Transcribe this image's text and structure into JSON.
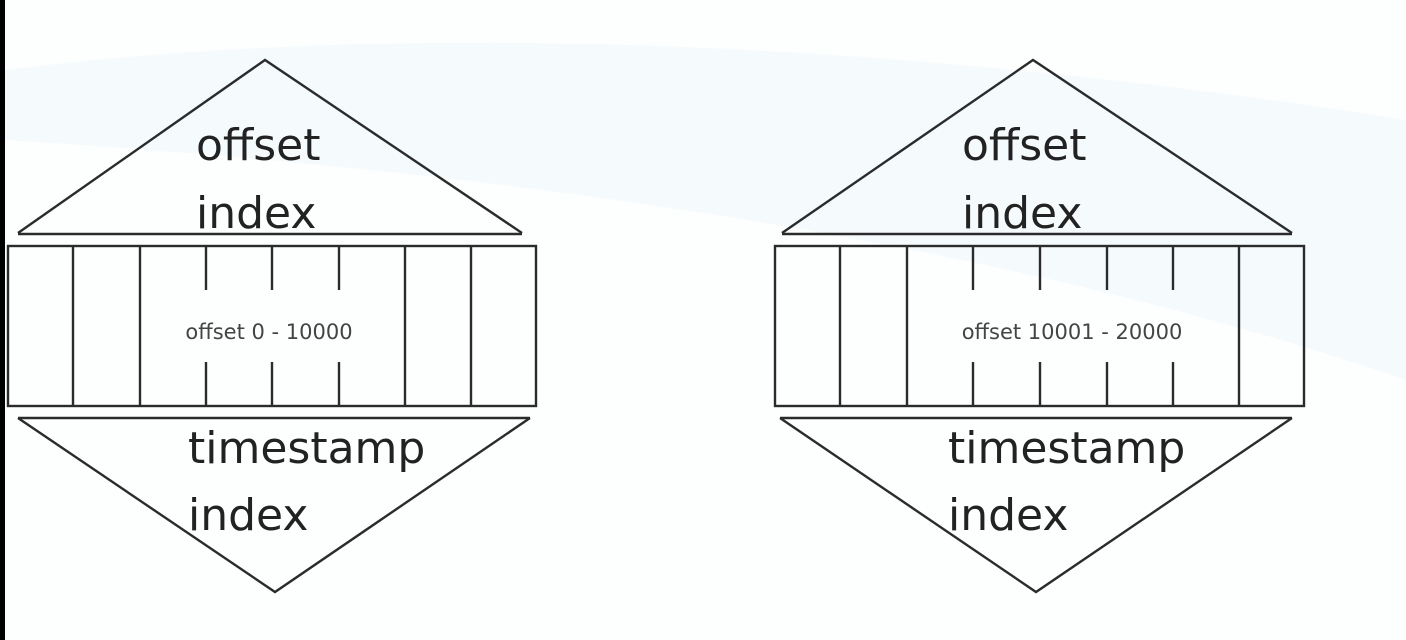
{
  "diagram": {
    "segments": [
      {
        "top_label_line1": "offset",
        "top_label_line2": "index",
        "range_label": "offset 0 - 10000",
        "bottom_label_line1": "timestamp",
        "bottom_label_line2": "index"
      },
      {
        "top_label_line1": "offset",
        "top_label_line2": "index",
        "range_label": "offset 10001 - 20000",
        "bottom_label_line1": "timestamp",
        "bottom_label_line2": "index"
      }
    ]
  }
}
